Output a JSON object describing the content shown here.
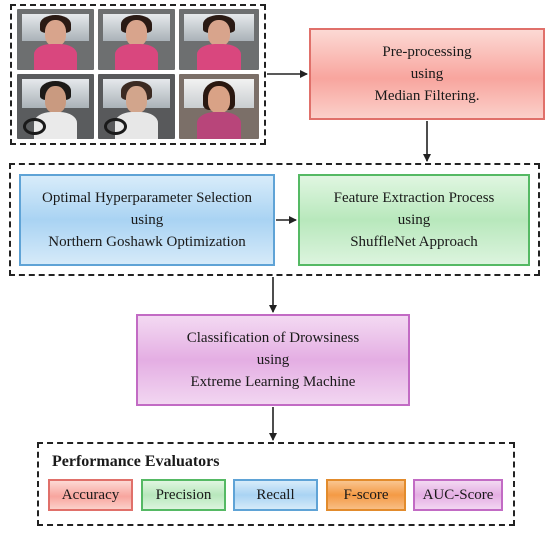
{
  "images": {
    "frames": [
      {
        "name": "driver-frame-1",
        "shirt": "#d9477e",
        "skin": "#d8a48c"
      },
      {
        "name": "driver-frame-2",
        "shirt": "#d9477e",
        "skin": "#d8a48c"
      },
      {
        "name": "driver-frame-3",
        "shirt": "#d9477e",
        "skin": "#d8a48c"
      },
      {
        "name": "driver-frame-4",
        "shirt": "#eaeaea",
        "skin": "#c99a80"
      },
      {
        "name": "driver-frame-5",
        "shirt": "#e7e7e7",
        "skin": "#d2a58c"
      },
      {
        "name": "driver-frame-6",
        "shirt": "#b8457a",
        "skin": "#d9a286"
      }
    ]
  },
  "preprocessing": {
    "text": "Pre-processing\nusing\nMedian Filtering."
  },
  "hyperparameter": {
    "text": "Optimal Hyperparameter Selection\nusing\nNorthern Goshawk Optimization"
  },
  "feature_extraction": {
    "text": "Feature Extraction Process\nusing\nShuffleNet Approach"
  },
  "classification": {
    "text": "Classification of Drowsiness\nusing\nExtreme Learning Machine"
  },
  "performance": {
    "title": "Performance Evaluators",
    "metrics": [
      "Accuracy",
      "Precision",
      "Recall",
      "F-score",
      "AUC-Score"
    ]
  },
  "colors": {
    "red": "#f8a59e",
    "blue": "#a9d3f3",
    "green": "#b8e8bc",
    "purple": "#e4aee3",
    "orange": "#f49a45",
    "border": "#222222"
  }
}
